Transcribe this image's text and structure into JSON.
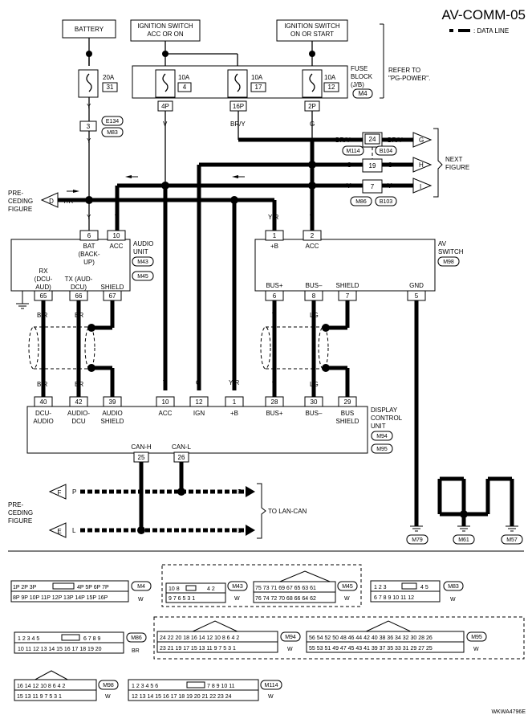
{
  "title": "AV-COMM-05",
  "legend": {
    "data_line": ": DATA LINE"
  },
  "sources": {
    "battery": "BATTERY",
    "ign_acc_1": "IGNITION SWITCH",
    "ign_acc_2": "ACC OR ON",
    "ign_on_1": "IGNITION SWITCH",
    "ign_on_2": "ON OR START"
  },
  "fuse_block": {
    "l1": "FUSE",
    "l2": "BLOCK",
    "l3": "(J/B)",
    "conn": "M4",
    "refer1": "REFER TO",
    "refer2": "\"PG-POWER\"."
  },
  "fuses": [
    {
      "amp": "20A",
      "num": "31"
    },
    {
      "amp": "10A",
      "num": "4"
    },
    {
      "amp": "10A",
      "num": "17"
    },
    {
      "amp": "10A",
      "num": "12"
    }
  ],
  "fuse_pins": [
    "4P",
    "16P",
    "2P"
  ],
  "wires": {
    "y": "Y",
    "v": "V",
    "bry": "BR/Y",
    "g": "G",
    "yr": "Y/R",
    "br": "BR",
    "br_r": "B/R",
    "lg": "LG",
    "b": "B",
    "l": "L",
    "p": "P"
  },
  "joint": {
    "pin": "3",
    "conn1": "E134",
    "conn2": "M83"
  },
  "next_figure": {
    "label1": "NEXT",
    "label2": "FIGURE",
    "rows": [
      {
        "wire": "BR/Y",
        "pin": "24",
        "out": "BR/Y",
        "letter": "G"
      },
      {
        "wire": "G",
        "pin": "19",
        "out": "G",
        "letter": "H"
      },
      {
        "wire": "V",
        "pin": "7",
        "out": "V",
        "letter": "I"
      }
    ],
    "conns": [
      "M114",
      "B104",
      "M86",
      "B103"
    ]
  },
  "preceding": {
    "l1": "PRE-",
    "l2": "CEDING",
    "l3": "FIGURE",
    "letter_d": "D",
    "wire_d": "Y/R"
  },
  "audio_unit": {
    "name1": "AUDIO",
    "name2": "UNIT",
    "conn1": "M43",
    "conn2": "M45",
    "pin_bat": "6",
    "lbl_bat1": "BAT",
    "lbl_bat2": "(BACK-",
    "lbl_bat3": "UP)",
    "pin_acc": "10",
    "lbl_acc": "ACC",
    "rx1": "RX",
    "rx2": "(DCU-",
    "rx3": "AUD)",
    "pin_rx": "65",
    "tx1": "TX (AUD-",
    "tx2": "DCU)",
    "pin_tx": "66",
    "shield": "SHIELD",
    "pin_sh": "67"
  },
  "av_switch": {
    "name1": "AV",
    "name2": "SWITCH",
    "conn": "M98",
    "pin_b": "1",
    "lbl_b": "+B",
    "pin_acc": "2",
    "lbl_acc": "ACC",
    "pin_busp": "6",
    "lbl_busp": "BUS+",
    "pin_busm": "8",
    "lbl_busm": "BUS–",
    "pin_sh": "7",
    "lbl_sh": "SHIELD",
    "pin_gnd": "5",
    "lbl_gnd": "GND"
  },
  "dcu": {
    "name1": "DISPLAY",
    "name2": "CONTROL",
    "name3": "UNIT",
    "conn1": "M94",
    "conn2": "M95",
    "pins": [
      {
        "pin": "40",
        "l1": "DCU-",
        "l2": "AUDIO"
      },
      {
        "pin": "42",
        "l1": "AUDIO-",
        "l2": "DCU"
      },
      {
        "pin": "39",
        "l1": "AUDIO",
        "l2": "SHIELD"
      },
      {
        "pin": "10",
        "l1": "ACC",
        "l2": ""
      },
      {
        "pin": "12",
        "l1": "IGN",
        "l2": ""
      },
      {
        "pin": "1",
        "l1": "+B",
        "l2": ""
      },
      {
        "pin": "28",
        "l1": "BUS+",
        "l2": ""
      },
      {
        "pin": "30",
        "l1": "BUS–",
        "l2": ""
      },
      {
        "pin": "29",
        "l1": "BUS",
        "l2": "SHIELD"
      }
    ],
    "canh": "CAN-H",
    "canl": "CAN-L",
    "pin_canh": "25",
    "pin_canl": "26"
  },
  "lan": {
    "to": "TO LAN-CAN",
    "letter_f": "F",
    "letter_e": "E"
  },
  "grounds": [
    "M79",
    "M61",
    "M57"
  ],
  "connectors": {
    "m4_conn": "M4",
    "m4_row1": "1P  2P  3P",
    "m4_row1b": "4P  5P  6P  7P",
    "m4_row2": "8P  9P 10P 11P 12P 13P 14P 15P 16P",
    "m4_color": "W",
    "m43_conn": "M43",
    "m43_row1": "10  8",
    "m43_row1b": "4  2",
    "m43_row2": "9  7  6  5  3  1",
    "m43_color": "W",
    "m45_conn": "M45",
    "m45_row1": "75 73 71 69 67 65 63 61",
    "m45_row2": "76 74 72 70 68 66 64 62",
    "m45_color": "W",
    "m83_conn": "M83",
    "m83_row1": "1  2  3",
    "m83_row1b": "4  5",
    "m83_row2": "6  7  8  9 10 11 12",
    "m83_color": "W",
    "m86_conn": "M86",
    "m86_row1": "1  2  3  4  5",
    "m86_row1b": "6  7  8  9",
    "m86_row2": "10 11 12 13 14 15 16 17 18 19 20",
    "m86_color": "BR",
    "m94_conn": "M94",
    "m94_row1": "24 22 20 18 16 14 12 10  8  6  4  2",
    "m94_row2": "23 21 19 17 15 13 11  9  7  5  3  1",
    "m94_color": "W",
    "m95_conn": "M95",
    "m95_row1": "56 54 52 50 48 46 44 42 40 38 36 34 32 30 28 26",
    "m95_row2": "55 53 51 49 47 45 43 41 39 37 35 33 31 29 27 25",
    "m95_color": "W",
    "m98_conn": "M98",
    "m98_row1": "16 14 12 10  8  6  4  2",
    "m98_row2": "15 13 11  9  7  5  3  1",
    "m98_color": "W",
    "m114_conn": "M114",
    "m114_row1": "1  2  3  4  5  6",
    "m114_row1b": "7  8  9 10 11",
    "m114_row2": "12 13 14 15 16 17 18 19 20 21 22 23 24",
    "m114_color": "W"
  },
  "footer_code": "WKWA4796E"
}
